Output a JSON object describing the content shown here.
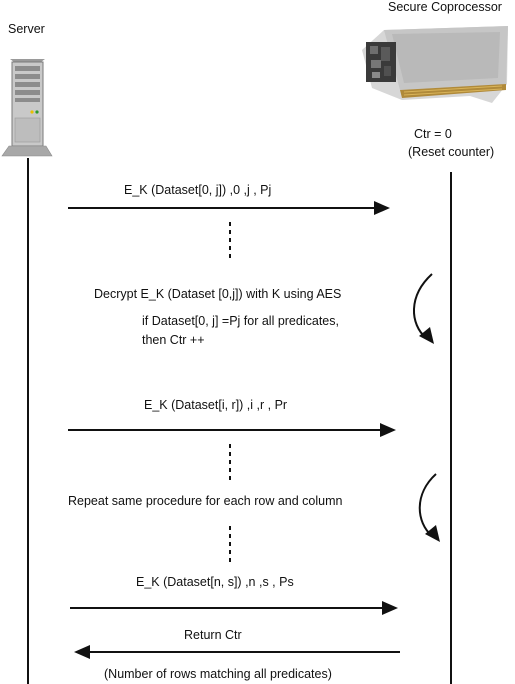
{
  "actors": {
    "server_label": "Server",
    "coprocessor_label": "Secure Coprocessor"
  },
  "coprocessor_notes": {
    "counter_init": "Ctr = 0",
    "counter_note": "(Reset counter)"
  },
  "messages": [
    {
      "label": "E_K  (Dataset[0, j]) ,0 ,j , Pj",
      "direction": "to-coprocessor"
    },
    {
      "label": "E_K  (Dataset[i, r]) ,i ,r , Pr",
      "direction": "to-coprocessor"
    },
    {
      "label": "E_K  (Dataset[n, s]) ,n ,s , Ps",
      "direction": "to-coprocessor"
    },
    {
      "label": "Return Ctr",
      "direction": "to-server"
    }
  ],
  "steps": {
    "decrypt_line1": "Decrypt E_K  (Dataset [0,j]) with K using AES",
    "decrypt_line2": "if Dataset[0, j] =Pj  for all predicates,",
    "decrypt_line3": "then Ctr ++",
    "repeat": "Repeat same procedure for each row and column",
    "return_note": "(Number of rows matching all predicates)"
  },
  "icons": {
    "server": "server-tower-icon",
    "coprocessor": "coprocessor-card-icon"
  }
}
